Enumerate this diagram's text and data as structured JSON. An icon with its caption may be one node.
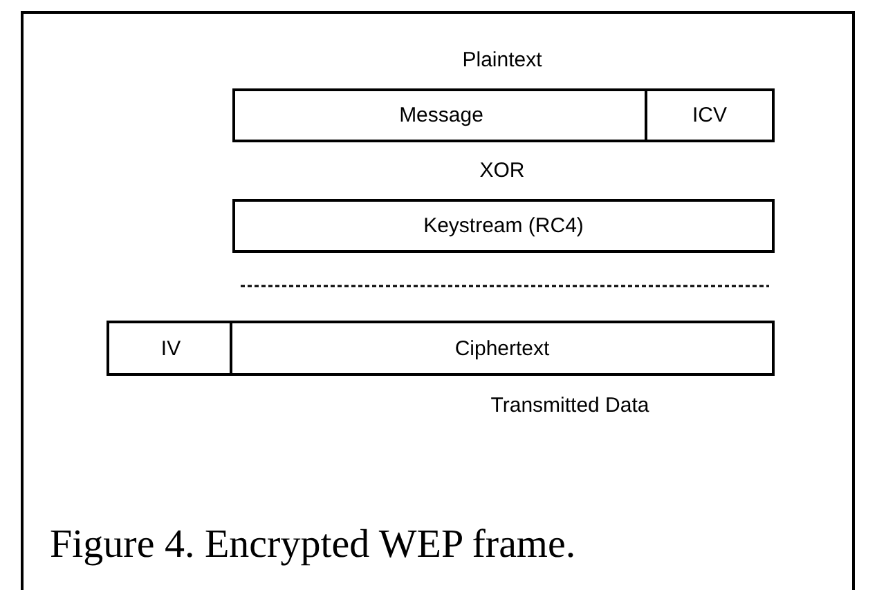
{
  "diagram": {
    "caption": "Figure 4. Encrypted WEP frame.",
    "nodes": [
      {
        "text": [
          "Message"
        ]
      },
      {
        "text": [
          "ICV"
        ]
      },
      {
        "text": [
          "Keystream (RC4)"
        ]
      },
      {
        "text": [
          "IV"
        ]
      },
      {
        "text": [
          "Ciphertext"
        ]
      }
    ],
    "edges": [],
    "labels": [
      "Plaintext",
      "XOR",
      "Transmitted Data"
    ]
  }
}
